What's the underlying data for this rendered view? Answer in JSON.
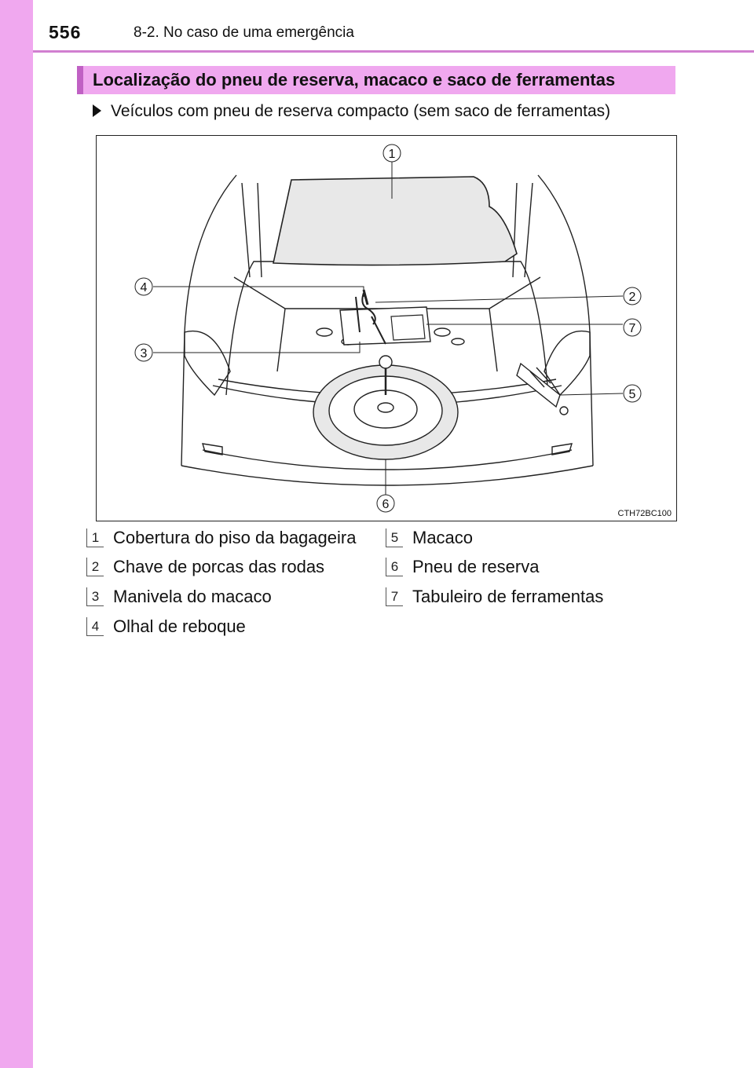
{
  "header": {
    "page_number": "556",
    "chapter": "8-2. No caso de uma emergência"
  },
  "section": {
    "title": "Localização do pneu de reserva, macaco e saco de ferramentas"
  },
  "bullet": {
    "text": "Veículos com pneu de reserva compacto (sem saco de ferramentas)"
  },
  "figure": {
    "code": "CTH72BC100",
    "callouts": [
      "1",
      "2",
      "3",
      "4",
      "5",
      "6",
      "7"
    ]
  },
  "legend": [
    {
      "num": "1",
      "label": "Cobertura do piso da bagageira"
    },
    {
      "num": "2",
      "label": "Chave de porcas das rodas"
    },
    {
      "num": "3",
      "label": "Manivela do macaco"
    },
    {
      "num": "4",
      "label": "Olhal de reboque"
    },
    {
      "num": "5",
      "label": "Macaco"
    },
    {
      "num": "6",
      "label": "Pneu de reserva"
    },
    {
      "num": "7",
      "label": "Tabuleiro de ferramentas"
    }
  ],
  "colors": {
    "accent": "#f0a8ef",
    "accent_dark": "#c060c4",
    "panel_fill": "#e8e8e8"
  }
}
